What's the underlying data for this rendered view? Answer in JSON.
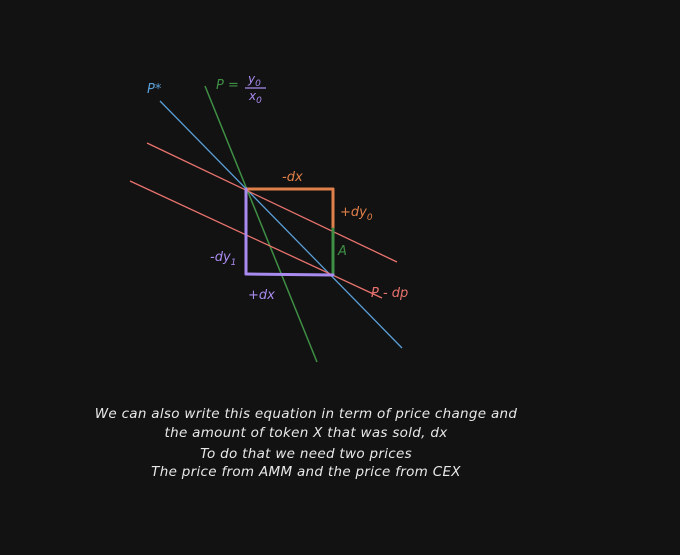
{
  "colors": {
    "background": "#121212",
    "blue": "#5a9fd8",
    "green": "#3f8f45",
    "red": "#e8736e",
    "orange": "#e0804a",
    "purple": "#a98bf0",
    "caption": "#e8e8e8"
  },
  "labels": {
    "p_star": "P*",
    "p_eq_prefix": "P =",
    "p_eq_numerator": "y",
    "p_eq_numerator_sub": "0",
    "p_eq_denominator": "x",
    "p_eq_denominator_sub": "0",
    "minus_dx": "-dx",
    "plus_dy": "+dy",
    "plus_dy_sub": "0",
    "minus_dy": "-dy",
    "minus_dy_sub": "1",
    "plus_dx": "+dx",
    "a_label": "A",
    "p_minus_dp": "P - dp"
  },
  "caption": {
    "line1": "We can also write this equation in term of price change and",
    "line2": "the amount of token X that was sold, dx",
    "line3": "To do that we need two prices",
    "line4": "The price from AMM and the price from CEX"
  }
}
